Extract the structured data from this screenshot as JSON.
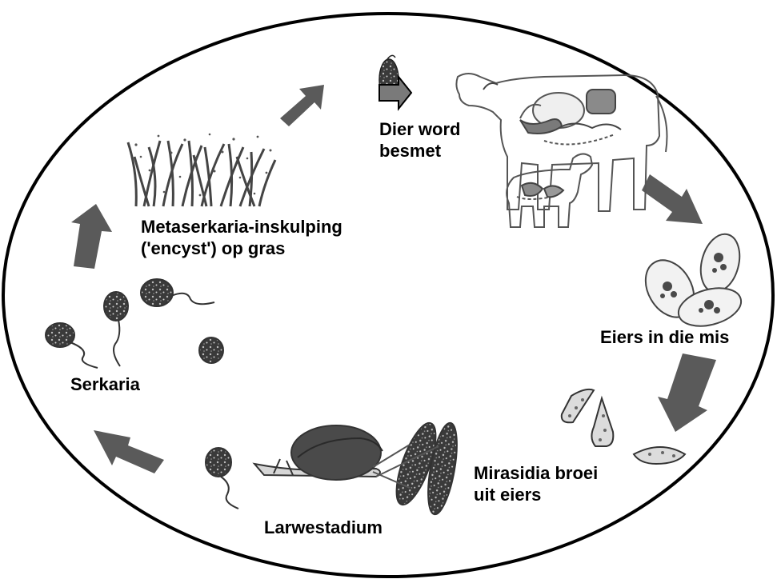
{
  "labels": {
    "infected": [
      "Dier word",
      "besmet"
    ],
    "eggs": "Eiers in die mis",
    "miracidia": [
      "Mirasidia broei",
      "uit eiers"
    ],
    "larval": "Larwestadium",
    "cercaria": "Serkaria",
    "metacercaria": [
      "Metaserkaria-inskulping",
      "('encyst') op gras"
    ]
  },
  "colors": {
    "outline": "#000000",
    "arrow": "#5a5a5a",
    "drawing": "#444444",
    "fill_light": "#e6e6e6",
    "fill_dark": "#3a3a3a"
  }
}
